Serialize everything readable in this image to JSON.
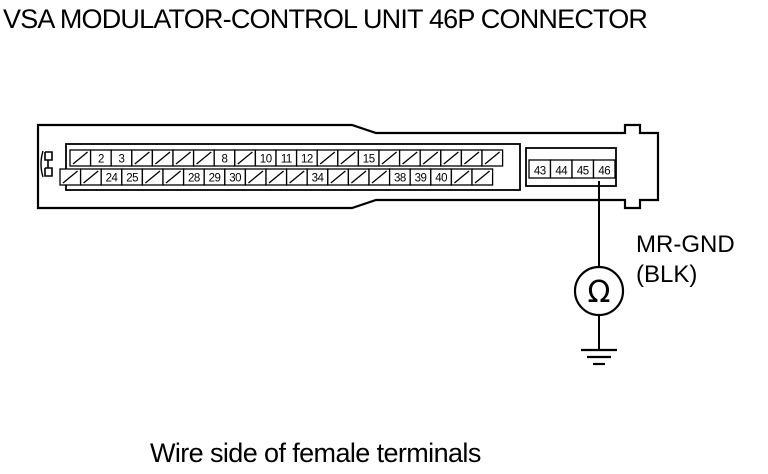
{
  "title": "VSA MODULATOR-CONTROL UNIT 46P CONNECTOR",
  "caption": "Wire side of female terminals",
  "ground_label": {
    "name": "MR-GND",
    "wire_color": "(BLK)"
  },
  "ohmmeter_symbol": "Ω",
  "connector": {
    "row1": [
      "",
      "2",
      "3",
      "",
      "",
      "",
      "",
      "8",
      "",
      "10",
      "11",
      "12",
      "",
      "",
      "15",
      "",
      "",
      "",
      "",
      "",
      ""
    ],
    "row2": [
      "",
      "",
      "24",
      "25",
      "",
      "",
      "28",
      "29",
      "30",
      "",
      "",
      "",
      "34",
      "",
      "",
      "",
      "38",
      "39",
      "40",
      "",
      ""
    ],
    "group": [
      "43",
      "44",
      "45",
      "46"
    ],
    "probed_terminal": "46"
  },
  "colors": {
    "ink": "#000000",
    "paper": "#ffffff"
  }
}
